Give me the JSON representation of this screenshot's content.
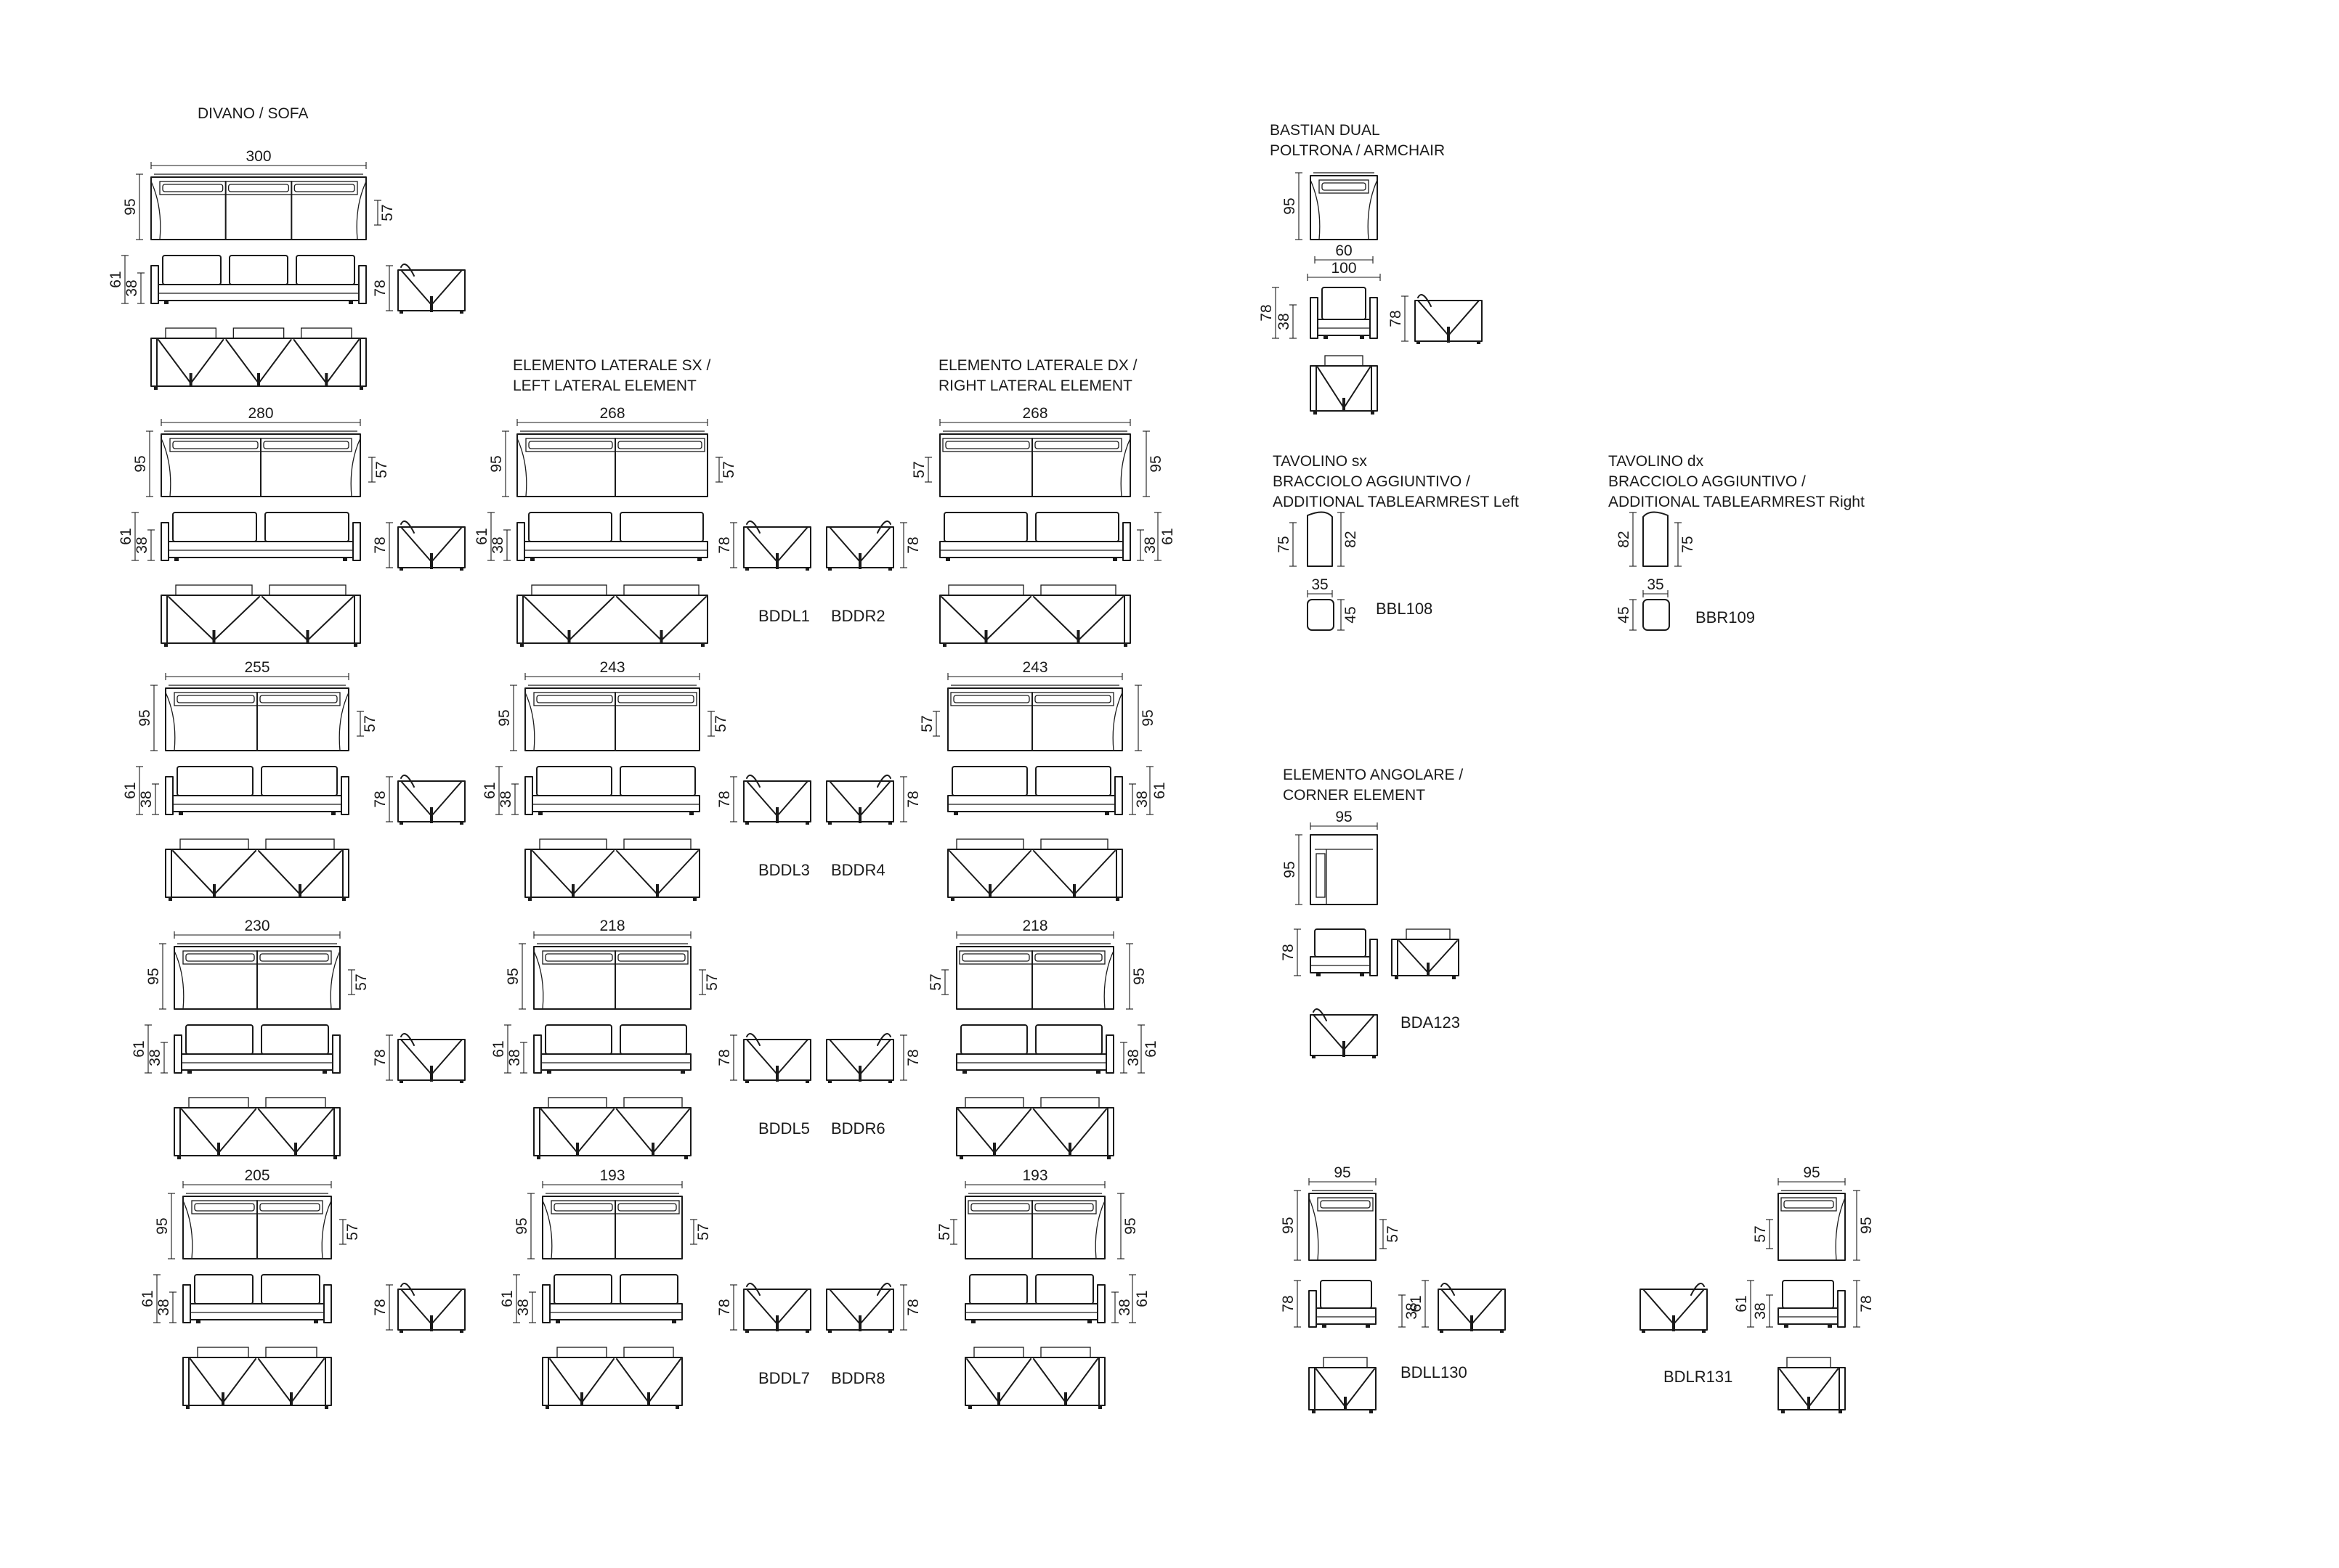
{
  "headings": {
    "sofa": "DIVANO / SOFA",
    "left_lateral": [
      "ELEMENTO LATERALE SX /",
      "LEFT LATERAL ELEMENT"
    ],
    "right_lateral": [
      "ELEMENTO LATERALE DX /",
      "RIGHT LATERAL ELEMENT"
    ],
    "armchair": [
      "BASTIAN DUAL",
      "POLTRONA / ARMCHAIR"
    ],
    "table_left": [
      "TAVOLINO sx",
      "BRACCIOLO AGGIUNTIVO /",
      "ADDITIONAL TABLEARMREST Left"
    ],
    "table_right": [
      "TAVOLINO dx",
      "BRACCIOLO AGGIUNTIVO /",
      "ADDITIONAL TABLEARMREST Right"
    ],
    "corner": [
      "ELEMENTO ANGOLARE /",
      "CORNER ELEMENT"
    ]
  },
  "sofa_rows": [
    {
      "sofa_width": "300",
      "lateral_width": "",
      "seats": 3
    },
    {
      "sofa_width": "280",
      "lateral_width": "268",
      "seats": 2,
      "codes": [
        "BDDL1",
        "BDDR2"
      ]
    },
    {
      "sofa_width": "255",
      "lateral_width": "243",
      "seats": 2,
      "codes": [
        "BDDL3",
        "BDDR4"
      ]
    },
    {
      "sofa_width": "230",
      "lateral_width": "218",
      "seats": 2,
      "codes": [
        "BDDL5",
        "BDDR6"
      ]
    },
    {
      "sofa_width": "205",
      "lateral_width": "193",
      "seats": 2,
      "codes": [
        "BDDL7",
        "BDDR8"
      ]
    }
  ],
  "common_dims": {
    "depth": "95",
    "back_height": "57",
    "height": "78",
    "arm_height": "61",
    "seat_height": "38"
  },
  "armchair": {
    "inner_width": "60",
    "outer_width": "100",
    "depth": "95",
    "height": "78",
    "seat_height": "38"
  },
  "table_left": {
    "height_inner": "75",
    "height_outer": "82",
    "width": "35",
    "depth": "45",
    "code": "BBL108"
  },
  "table_right": {
    "height_inner": "75",
    "height_outer": "82",
    "width": "35",
    "depth": "45",
    "code": "BBR109"
  },
  "corner": {
    "width": "95",
    "depth": "95",
    "height": "78",
    "code": "BDA123"
  },
  "end_elements": [
    {
      "width": "95",
      "depth": "95",
      "back_height": "57",
      "height": "78",
      "arm_height": "61",
      "seat_height": "38",
      "code": "BDLL130"
    },
    {
      "width": "95",
      "depth": "95",
      "back_height": "57",
      "height": "78",
      "arm_height": "61",
      "seat_height": "38",
      "code": "BDLR131"
    }
  ]
}
